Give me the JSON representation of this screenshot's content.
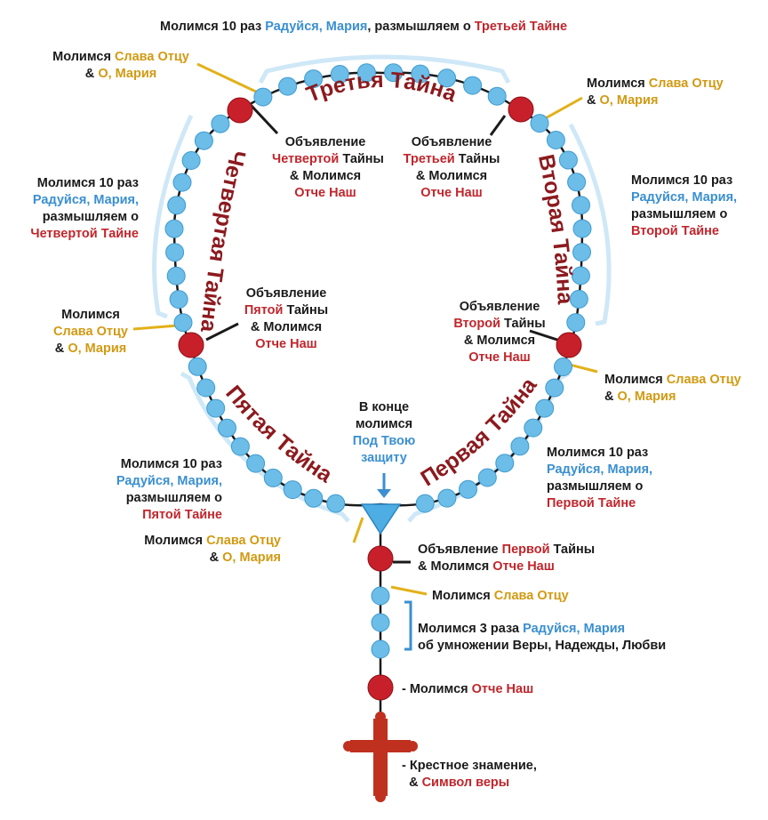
{
  "colors": {
    "bead_blue": "#6cbde8",
    "bead_red": "#c8202a",
    "cord": "#1a1a1a",
    "bracket": "#cfe8f7",
    "mystery_title": "#8c1a1e",
    "text_blue": "#3a8fd0",
    "text_red": "#c0262c",
    "text_gold": "#d19a12",
    "pointer_gold": "#e2b11a",
    "cross": "#c0301e"
  },
  "mysteries": {
    "first": "Первая Тайна",
    "second": "Вторая Тайна",
    "third": "Третья Тайна",
    "fourth": "Четвертая Тайна",
    "fifth": "Пятая Тайна"
  },
  "labels": {
    "top": {
      "a": "Молимся 10 раз",
      "b": "Радуйся, Мария",
      "c": ", размышляем о",
      "d": "Третьей Тайне"
    },
    "glory_tl": {
      "a": "Молимся",
      "b": "Слава Отцу",
      "c": "&",
      "d": "О, Мария"
    },
    "glory_tr": {
      "a": "Молимся",
      "b": "Слава Отцу",
      "c": "&",
      "d": "О, Мария"
    },
    "ann_fourth": {
      "a": "Объявление",
      "b": "Четвертой",
      "c": "Тайны",
      "d": "& Молимся",
      "e": "Отче Наш"
    },
    "ann_third": {
      "a": "Объявление",
      "b": "Третьей",
      "c": "Тайны",
      "d": "& Молимся",
      "e": "Отче Наш"
    },
    "ten_fourth": {
      "a": "Молимся 10 раз",
      "b": "Радуйся, Мария,",
      "c": "размышляем о",
      "d": "Четвертой Тайне"
    },
    "ten_second": {
      "a": "Молимся 10 раз",
      "b": "Радуйся, Мария,",
      "c": "размышляем о",
      "d": "Второй Тайне"
    },
    "ann_fifth": {
      "a": "Объявление",
      "b": "Пятой",
      "c": "Тайны",
      "d": "& Молимся",
      "e": "Отче Наш"
    },
    "glory_ml": {
      "a": "Молимся",
      "b": "Слава Отцу",
      "c": "&",
      "d": "О, Мария"
    },
    "ann_second": {
      "a": "Объявление",
      "b": "Второй",
      "c": "Тайны",
      "d": "& Молимся",
      "e": "Отче Наш"
    },
    "glory_mr": {
      "a": "Молимся",
      "b": "Слава Отцу",
      "c": "&",
      "d": "О, Мария"
    },
    "end": {
      "a": "В конце",
      "b": "молимся",
      "c": "Под Твою",
      "d": "защиту"
    },
    "ten_fifth": {
      "a": "Молимся 10 раз",
      "b": "Радуйся, Мария,",
      "c": "размышляем о",
      "d": "Пятой Тайне"
    },
    "ten_first": {
      "a": "Молимся 10 раз",
      "b": "Радуйся, Мария,",
      "c": "размышляем о",
      "d": "Первой Тайне"
    },
    "glory_bl": {
      "a": "Молимся",
      "b": "Слава Отцу",
      "c": "&",
      "d": "О, Мария"
    },
    "ann_first": {
      "a": "Объявление",
      "b": "Первой",
      "c": "Тайны",
      "d": "& Молимся",
      "e": "Отче Наш"
    },
    "glory_stem": {
      "a": "Молимся",
      "b": "Слава Отцу"
    },
    "three": {
      "a": "Молимся 3 раза",
      "b": "Радуйся, Мария",
      "c": "об умножении Веры, Надежды, Любви"
    },
    "our_father": {
      "a": "- Молимся",
      "b": "Отче Наш"
    },
    "cross": {
      "a": "- Крестное знамение,",
      "b": "&",
      "c": "Символ веры"
    }
  }
}
